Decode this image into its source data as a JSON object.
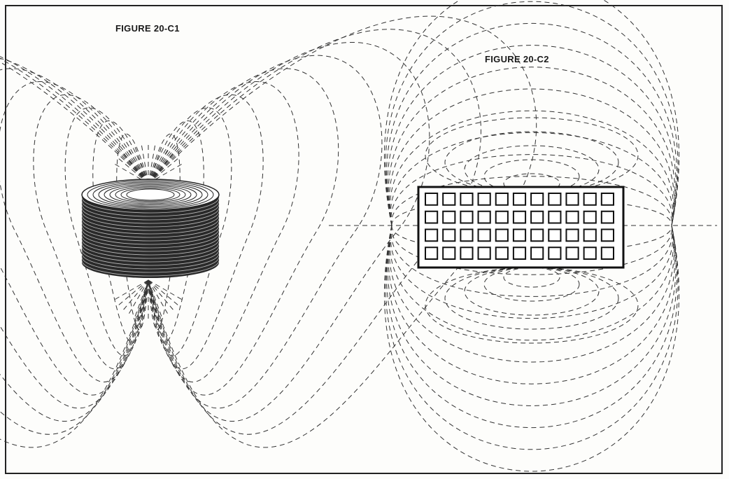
{
  "figures": {
    "left": {
      "label": "FIGURE 20-C1"
    },
    "right": {
      "label": "FIGURE 20-C2"
    }
  },
  "colors": {
    "ink": "#1a1a1a",
    "paper": "#fdfdfb",
    "frame": "#222222"
  },
  "grid_panel": {
    "rows": 4,
    "columns": 11
  }
}
